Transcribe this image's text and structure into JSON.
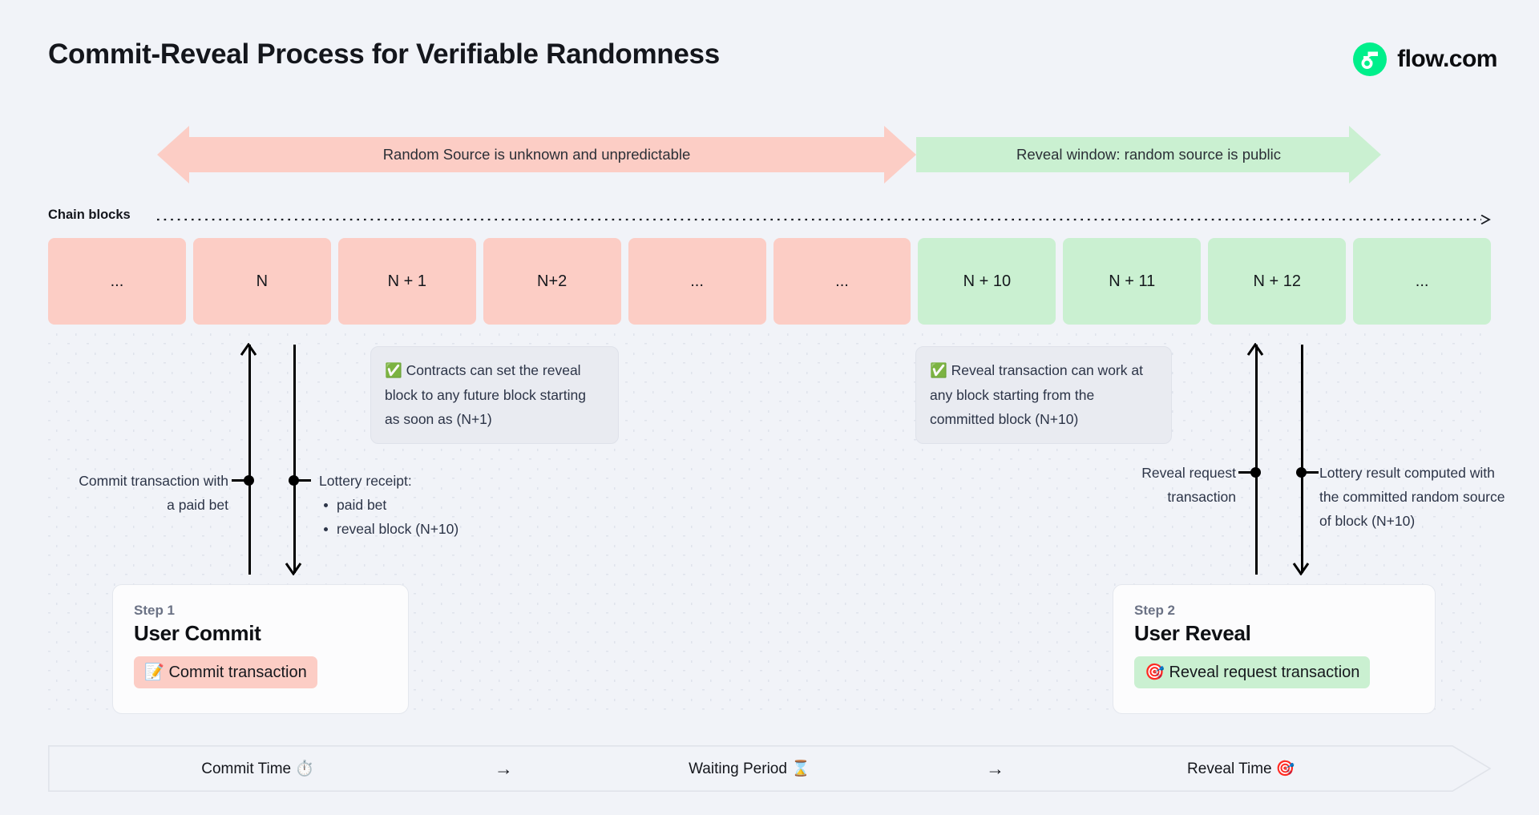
{
  "header": {
    "title": "Commit-Reveal Process for Verifiable Randomness",
    "brand_name": "flow.com",
    "brand_color": "#00ef8b"
  },
  "banners": [
    {
      "name": "unknown-window",
      "label": "Random Source is unknown and unpredictable",
      "color": "#fccdc5",
      "direction": "double"
    },
    {
      "name": "reveal-window",
      "label": "Reveal window: random source is public",
      "color": "#caf0d1",
      "direction": "right"
    }
  ],
  "chain": {
    "label": "Chain blocks",
    "blocks": [
      {
        "label": "...",
        "state": "pink"
      },
      {
        "label": "N",
        "state": "pink"
      },
      {
        "label": "N + 1",
        "state": "pink"
      },
      {
        "label": "N+2",
        "state": "pink"
      },
      {
        "label": "...",
        "state": "pink"
      },
      {
        "label": "...",
        "state": "pink"
      },
      {
        "label": "N + 10",
        "state": "green"
      },
      {
        "label": "N + 11",
        "state": "green"
      },
      {
        "label": "N + 12",
        "state": "green"
      },
      {
        "label": "...",
        "state": "green"
      }
    ]
  },
  "callouts": {
    "commit": {
      "icon": "✅",
      "text": "Contracts can set the reveal block to any future block starting as soon as (N+1)"
    },
    "reveal": {
      "icon": "✅",
      "text": "Reveal transaction can work at any block starting from the committed block (N+10)"
    }
  },
  "markers": {
    "commit_transaction": "Commit transaction with a paid bet",
    "lottery_receipt_title": "Lottery receipt:",
    "lottery_receipt_items": [
      "paid bet",
      "reveal block (N+10)"
    ],
    "reveal_request": "Reveal request transaction",
    "lottery_result": "Lottery result computed with the committed random source of block (N+10)"
  },
  "steps": [
    {
      "kicker": "Step 1",
      "title": "User Commit",
      "pill_icon": "📝",
      "pill_label": "Commit transaction",
      "pill_color": "#fccdc5"
    },
    {
      "kicker": "Step 2",
      "title": "User Reveal",
      "pill_icon": "🎯",
      "pill_label": "Reveal request transaction",
      "pill_color": "#caf0d1"
    }
  ],
  "timeline": {
    "segments": [
      {
        "label": "Commit Time",
        "icon": "⏱️"
      },
      {
        "label": "Waiting Period",
        "icon": "⌛"
      },
      {
        "label": "Reveal Time",
        "icon": "🎯"
      }
    ],
    "arrow": "→"
  }
}
